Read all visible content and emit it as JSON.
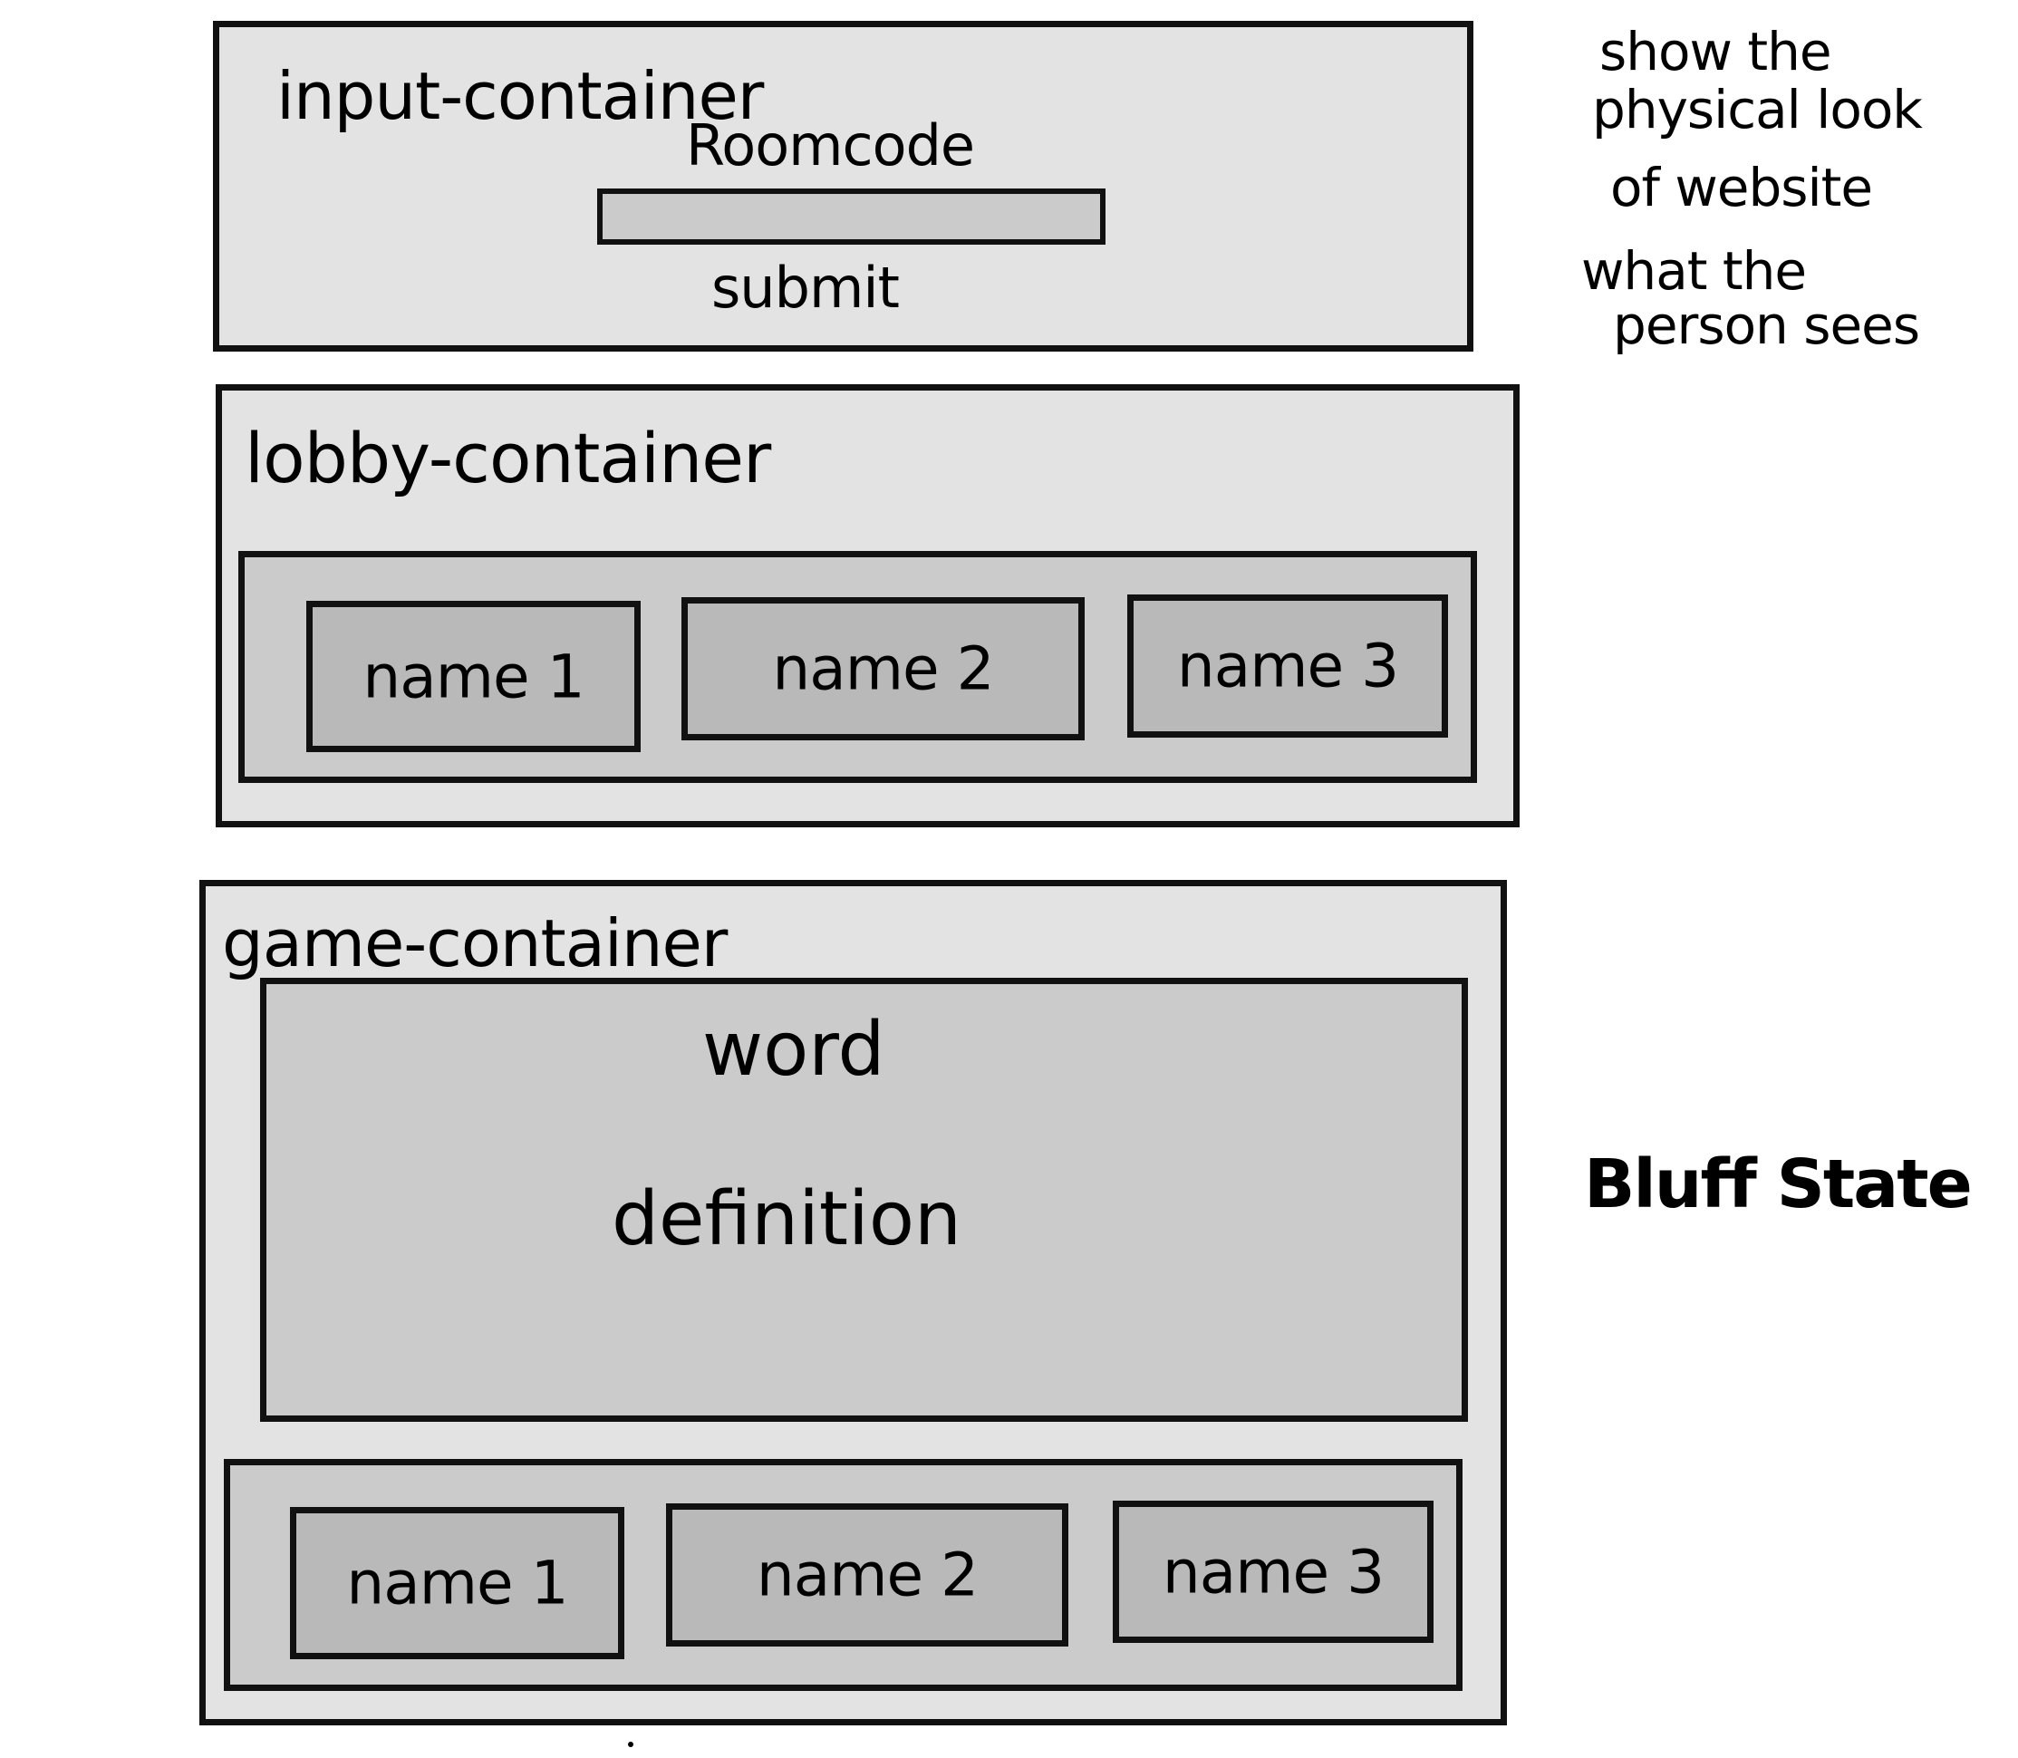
{
  "input_container": {
    "title": "input-container",
    "roomcode_label": "Roomcode",
    "roomcode_value": "",
    "submit_label": "submit"
  },
  "lobby_container": {
    "title": "lobby-container",
    "players": [
      "name 1",
      "name 2",
      "name 3"
    ]
  },
  "game_container": {
    "title": "game-container",
    "word_label": "word",
    "definition_label": "definition",
    "players": [
      "name 1",
      "name 2",
      "name 3"
    ]
  },
  "notes": {
    "line1": "show the",
    "line2": "physical look",
    "line3": "of website",
    "line4": "what the",
    "line5": "person sees",
    "state_label": "Bluff State"
  },
  "colors": {
    "outer_fill": "#e3e3e3",
    "inner_fill": "#cbcbcb",
    "tile_fill": "#b9b9b9",
    "stroke": "#111111"
  }
}
